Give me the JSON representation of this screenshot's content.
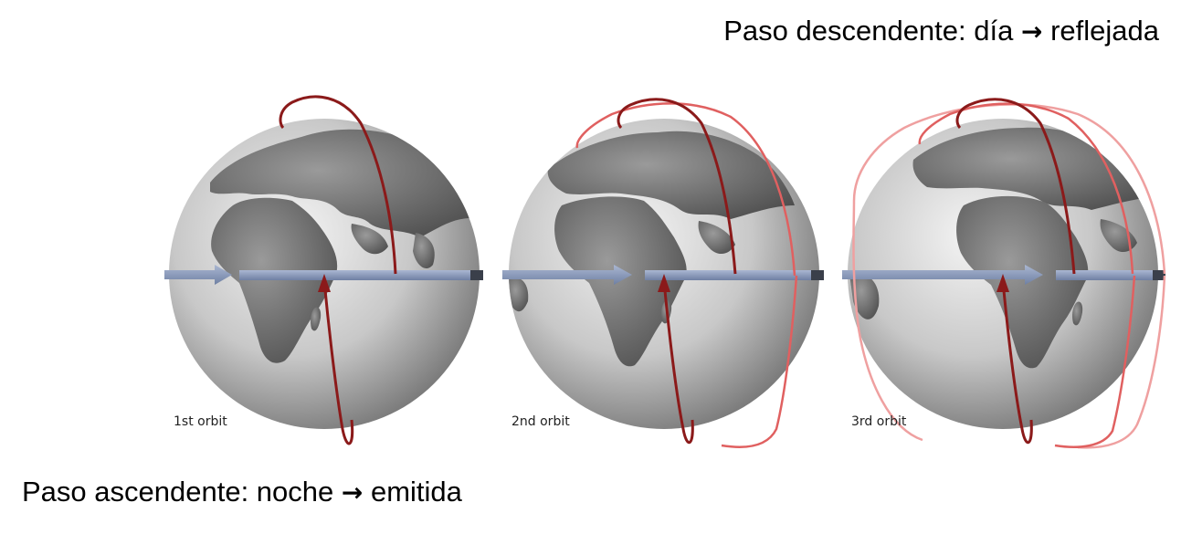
{
  "descending_caption": {
    "text_before": "Paso descendente: día",
    "arrow": "→",
    "text_after": "reflejada"
  },
  "ascending_caption": {
    "text_before": "Paso ascendente: noche",
    "arrow": "→",
    "text_after": "emitida"
  },
  "panels": [
    {
      "label": "1st orbit",
      "orbit_count": 1
    },
    {
      "label": "2nd orbit",
      "orbit_count": 2
    },
    {
      "label": "3rd orbit",
      "orbit_count": 3
    }
  ],
  "colors": {
    "orbit_current": "#8b1a1a",
    "orbit_previous": "#e06060",
    "rotation_arrow": "#8fa0bf",
    "globe_land": "#7a7a7a",
    "globe_ocean": "#bdbdbd"
  }
}
